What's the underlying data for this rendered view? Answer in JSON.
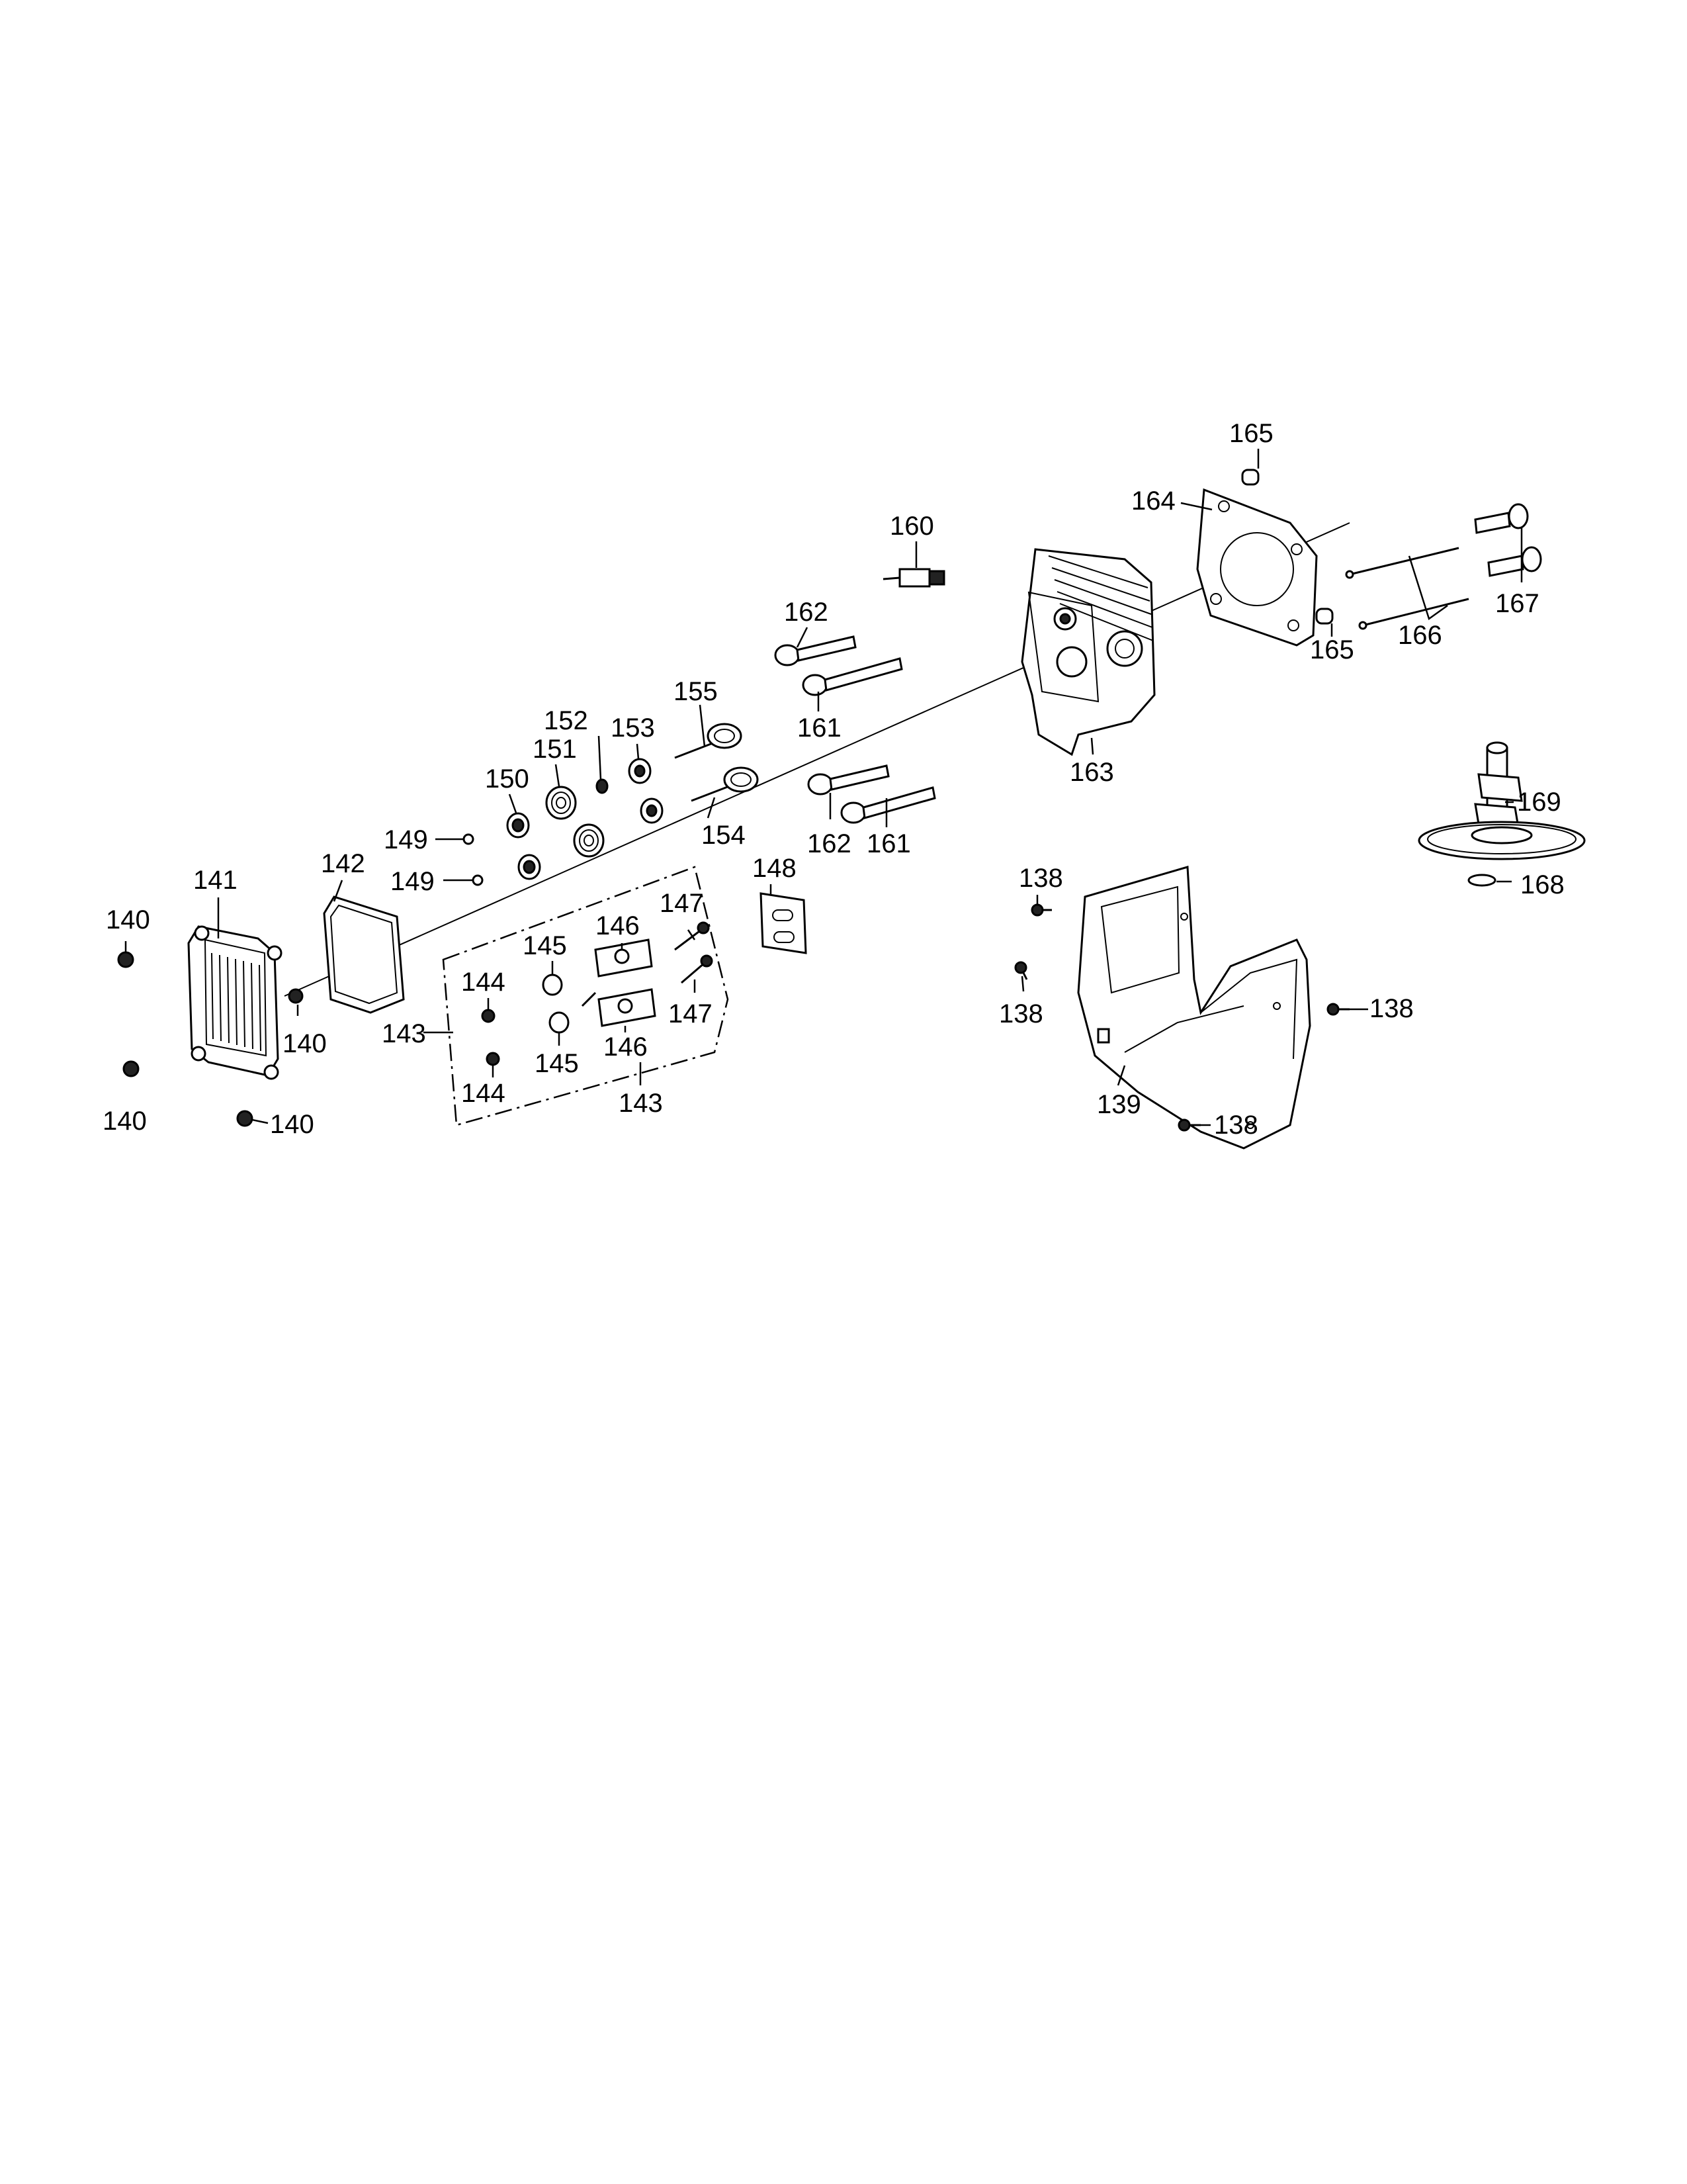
{
  "diagram": {
    "callouts": {
      "c138a": "138",
      "c138b": "138",
      "c138c": "138",
      "c138d": "138",
      "c139": "139",
      "c140a": "140",
      "c140b": "140",
      "c140c": "140",
      "c140d": "140",
      "c141": "141",
      "c142": "142",
      "c143a": "143",
      "c143b": "143",
      "c144a": "144",
      "c144b": "144",
      "c145a": "145",
      "c145b": "145",
      "c146a": "146",
      "c146b": "146",
      "c147a": "147",
      "c147b": "147",
      "c148": "148",
      "c149a": "149",
      "c149b": "149",
      "c150": "150",
      "c151": "151",
      "c152": "152",
      "c153": "153",
      "c154": "154",
      "c155": "155",
      "c160": "160",
      "c161a": "161",
      "c161b": "161",
      "c162a": "162",
      "c162b": "162",
      "c163": "163",
      "c164": "164",
      "c165a": "165",
      "c165b": "165",
      "c166": "166",
      "c167": "167",
      "c168": "168",
      "c169": "169"
    }
  }
}
